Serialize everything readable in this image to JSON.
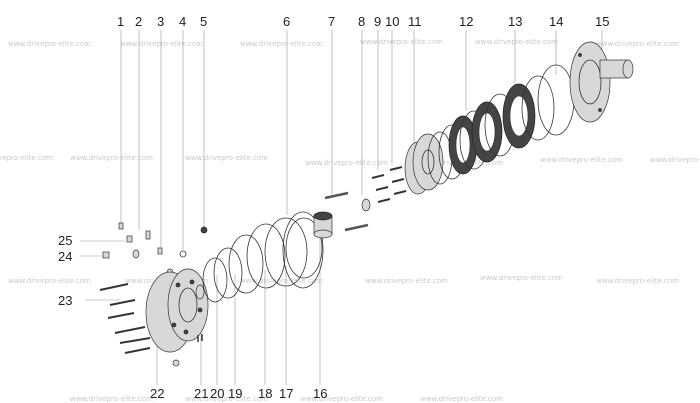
{
  "watermark_text": "www.drivepro-elite.com",
  "watermarks": [
    {
      "id": "wm-1"
    },
    {
      "id": "wm-2"
    },
    {
      "id": "wm-3"
    },
    {
      "id": "wm-4"
    },
    {
      "id": "wm-5"
    },
    {
      "id": "wm-6"
    },
    {
      "id": "wm-7"
    },
    {
      "id": "wm-8"
    },
    {
      "id": "wm-9"
    },
    {
      "id": "wm-10"
    },
    {
      "id": "wm-11"
    },
    {
      "id": "wm-12"
    },
    {
      "id": "wm-13"
    },
    {
      "id": "wm-14"
    },
    {
      "id": "wm-15"
    },
    {
      "id": "wm-16"
    },
    {
      "id": "wm-17"
    },
    {
      "id": "wm-18"
    },
    {
      "id": "wm-19"
    },
    {
      "id": "wm-20"
    },
    {
      "id": "wm-21"
    },
    {
      "id": "wm-22"
    },
    {
      "id": "wm-23"
    }
  ],
  "callouts": [
    "1",
    "2",
    "3",
    "4",
    "5",
    "6",
    "7",
    "8",
    "9",
    "10",
    "11",
    "12",
    "13",
    "14",
    "15",
    "16",
    "17",
    "18",
    "19",
    "20",
    "21",
    "22",
    "23",
    "24",
    "25"
  ],
  "colors": {
    "lines": "#333333",
    "leaders": "#9a9a9a",
    "watermark": "#c9c9c9",
    "dark_disc": "#3a3a3a"
  }
}
